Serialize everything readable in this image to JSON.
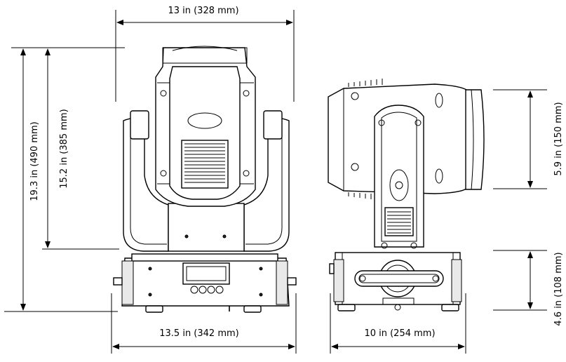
{
  "dimensions": {
    "front_width": "13 in (328 mm)",
    "front_height_total": "19.3 in (490 mm)",
    "front_height_to_yoke": "15.2 in (385 mm)",
    "base_width": "13.5 in (342 mm)",
    "side_depth": "10 in (254 mm)",
    "head_height": "5.9 in (150 mm)",
    "base_height": "4.6 in (108 mm)"
  },
  "colors": {
    "line": "#000000",
    "background": "#ffffff"
  }
}
